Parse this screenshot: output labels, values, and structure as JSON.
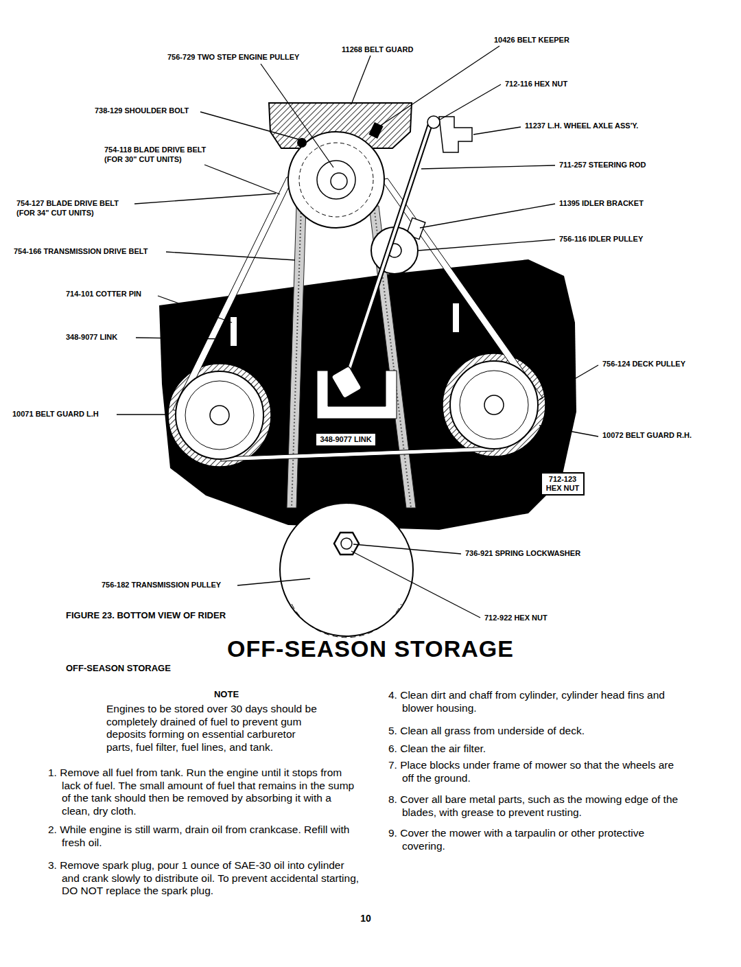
{
  "diagram": {
    "title": "OFF-SEASON STORAGE",
    "caption": "FIGURE 23. BOTTOM VIEW OF RIDER",
    "nodes": [
      {
        "text": [
          "348-9077 LINK"
        ]
      },
      {
        "text": [
          "712-123 HEX NUT"
        ]
      }
    ],
    "labels": [
      "10426 BELT KEEPER",
      "11268 BELT GUARD",
      "756-729 TWO STEP ENGINE PULLEY",
      "712-116 HEX NUT",
      "738-129 SHOULDER BOLT",
      "11237 L.H. WHEEL AXLE ASS'Y.",
      "754-118 BLADE DRIVE BELT (FOR 30\" CUT UNITS)",
      "711-257 STEERING ROD",
      "754-127 BLADE DRIVE BELT (FOR 34\" CUT UNITS)",
      "11395 IDLER BRACKET",
      "756-116 IDLER PULLEY",
      "754-166 TRANSMISSION DRIVE BELT",
      "714-101 COTTER PIN",
      "348-9077 LINK",
      "756-124 DECK PULLEY",
      "10071 BELT GUARD L.H",
      "10072 BELT GUARD R.H.",
      "736-921 SPRING LOCKWASHER",
      "756-182 TRANSMISSION PULLEY",
      "712-922 HEX NUT",
      "OFF-SEASON STORAGE",
      "NOTE",
      "Engines to be stored over 30 days should be completely drained of fuel to prevent gum deposits forming on essential carburetor parts, fuel filter, fuel lines, and tank.",
      "1. Remove all fuel from tank. Run the engine until it stops from lack of fuel. The small amount of fuel that remains in the sump of the tank should then be removed by absorbing it with a clean, dry cloth.",
      "2. While engine is still warm, drain oil from crankcase. Refill with fresh oil.",
      "3. Remove spark plug, pour 1 ounce of SAE-30 oil into cylinder and crank slowly to distribute oil. To prevent accidental starting, DO NOT replace the spark plug.",
      "4. Clean dirt and chaff from cylinder, cylinder head fins and blower housing.",
      "5. Clean all grass from underside of deck.",
      "6. Clean the air filter.",
      "7. Place blocks under frame of mower so that the wheels are off the ground.",
      "8. Cover all bare metal parts, such as the mowing edge of the blades, with grease to prevent rusting.",
      "9. Cover the mower with a tarpaulin or other protective covering.",
      "10"
    ]
  }
}
